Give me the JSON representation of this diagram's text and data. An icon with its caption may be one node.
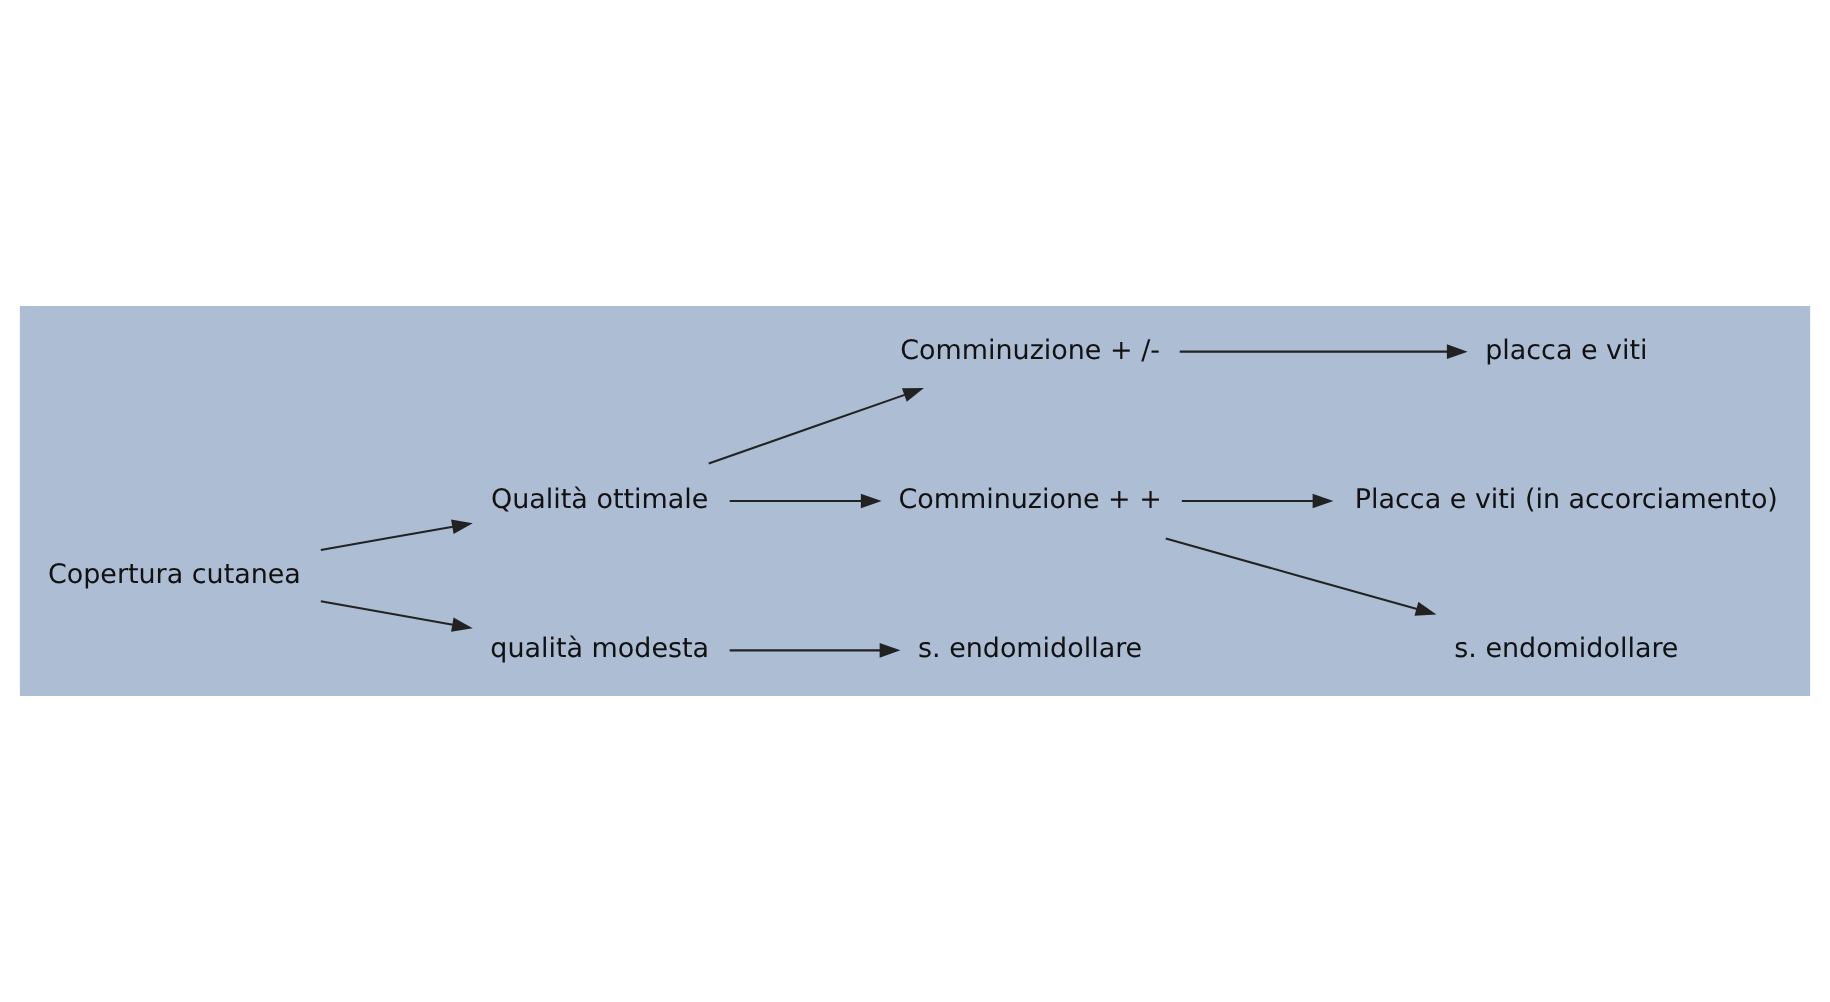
{
  "diagram": {
    "nodes": [
      {
        "text": [
          "Copertura cutanea"
        ]
      },
      {
        "text": [
          "Qualità ottimale"
        ]
      },
      {
        "text": [
          "qualità modesta"
        ]
      },
      {
        "text": [
          "Comminuzione + /-"
        ]
      },
      {
        "text": [
          "Comminuzione + +"
        ]
      },
      {
        "text": [
          "placca e viti"
        ]
      },
      {
        "text": [
          "Placca e viti (in accorciamento)"
        ]
      },
      {
        "text": [
          "s. endomidollare"
        ]
      },
      {
        "text": [
          "s. endomidollare"
        ]
      }
    ],
    "edges": [
      {
        "from": 0,
        "to": 1,
        "arrow": "to"
      },
      {
        "from": 0,
        "to": 2,
        "arrow": "to"
      },
      {
        "from": 1,
        "to": 3,
        "arrow": "to"
      },
      {
        "from": 1,
        "to": 4,
        "arrow": "to"
      },
      {
        "from": 3,
        "to": 5,
        "arrow": "to"
      },
      {
        "from": 4,
        "to": 6,
        "arrow": "to"
      },
      {
        "from": 4,
        "to": 7,
        "arrow": "to"
      },
      {
        "from": 2,
        "to": 8,
        "arrow": "to"
      }
    ]
  }
}
